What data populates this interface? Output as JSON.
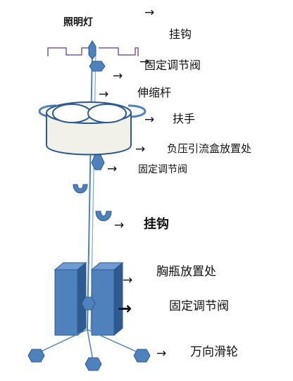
{
  "labels": {
    "lamp": "照明灯",
    "hook_top": "挂钩",
    "valve_1": "固定调节阀",
    "rod": "伸缩杆",
    "handle": "扶手",
    "drainage_box": "负压引流盒放置处",
    "valve_2": "固定调节阀",
    "hook_mid": "挂钩",
    "bottle": "胸瓶放置处",
    "valve_3": "固定调节阀",
    "wheel": "万向滑轮"
  },
  "arrow_glyph": "→",
  "colors": {
    "blue": "#4f81bd",
    "blue_dark": "#2e5b8f",
    "blue_light": "#6f9bd4",
    "box_fill": "#f1f1e9",
    "purple_line": "#7b5a9c",
    "text": "#111111"
  }
}
